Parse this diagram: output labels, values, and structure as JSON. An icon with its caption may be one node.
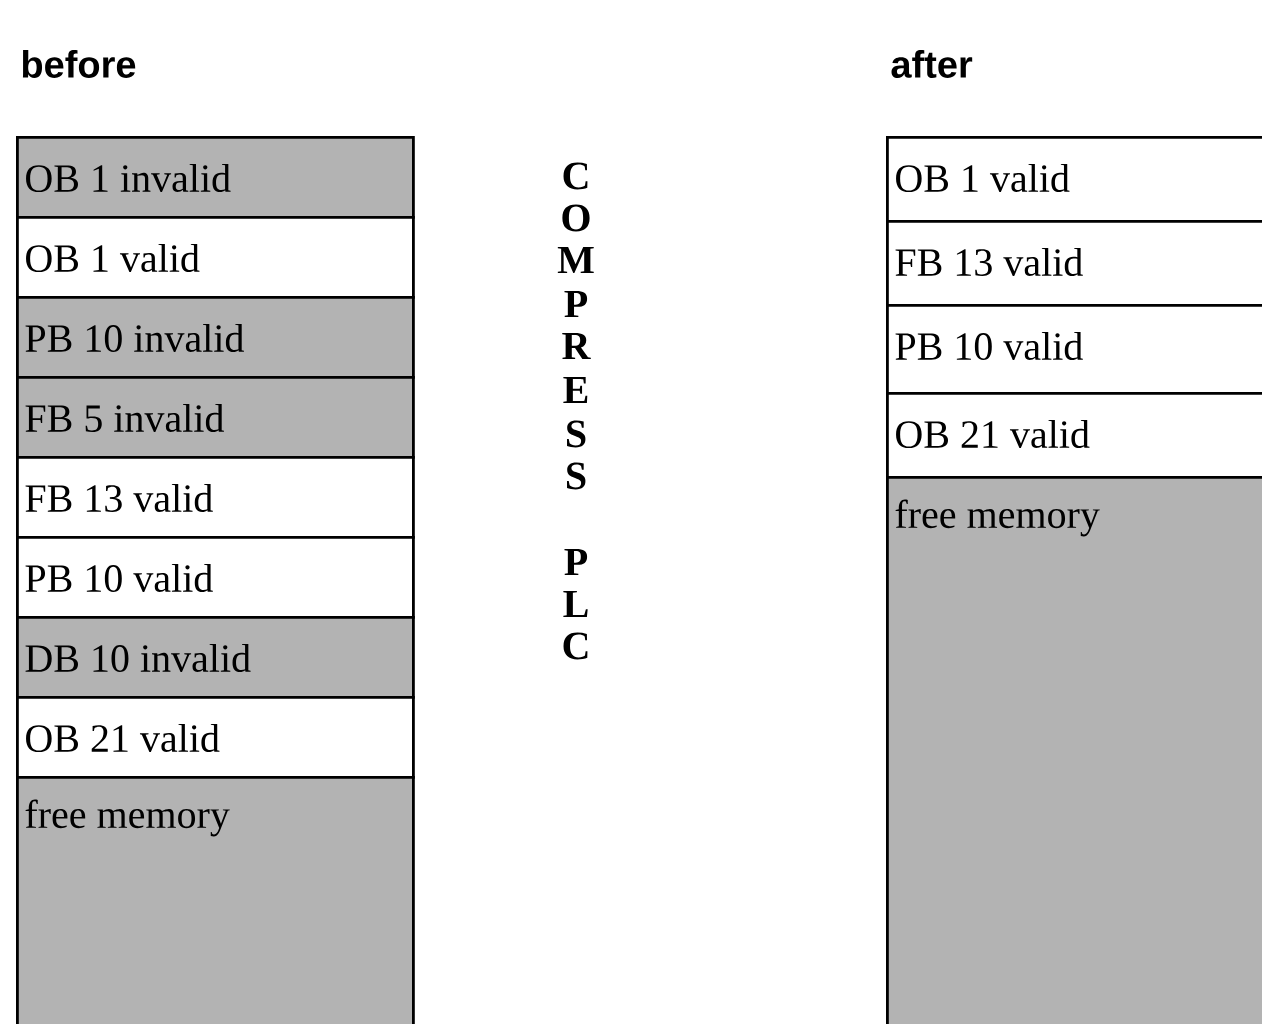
{
  "diagram": {
    "nodes": [
      {
        "text": [
          "OB 1 invalid"
        ]
      },
      {
        "text": [
          "OB 1 valid"
        ]
      },
      {
        "text": [
          "PB 10 invalid"
        ]
      },
      {
        "text": [
          "FB 5 invalid"
        ]
      },
      {
        "text": [
          "FB 13 valid"
        ]
      },
      {
        "text": [
          "PB 10 valid"
        ]
      },
      {
        "text": [
          "DB 10 invalid"
        ]
      },
      {
        "text": [
          "OB 21 valid"
        ]
      },
      {
        "text": [
          "free memory"
        ]
      },
      {
        "text": [
          "OB 1 valid"
        ]
      },
      {
        "text": [
          "FB 13 valid"
        ]
      },
      {
        "text": [
          "PB 10 valid"
        ]
      },
      {
        "text": [
          "OB 21 valid"
        ]
      },
      {
        "text": [
          "free memory"
        ]
      }
    ],
    "labels": [
      "before",
      "after",
      "C",
      "O",
      "M",
      "P",
      "R",
      "E",
      "S",
      "S",
      "P",
      "L",
      "C"
    ]
  }
}
